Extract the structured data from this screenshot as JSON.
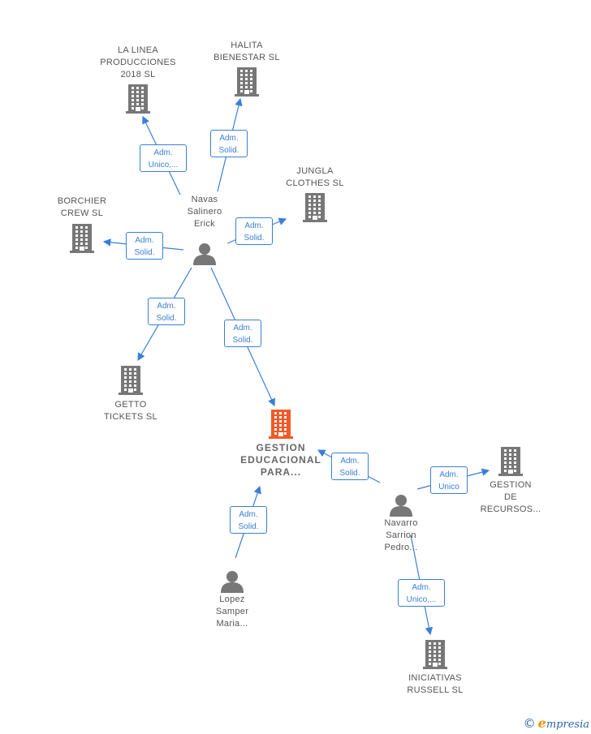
{
  "nodes": {
    "la_linea": {
      "label": "LA LINEA\nPRODUCCIONES\n2018  SL",
      "type": "company"
    },
    "halita": {
      "label": "HALITA\nBIENESTAR  SL",
      "type": "company"
    },
    "jungla": {
      "label": "JUNGLA\nCLOTHES  SL",
      "type": "company"
    },
    "borchier": {
      "label": "BORCHIER\nCREW  SL",
      "type": "company"
    },
    "getto": {
      "label": "GETTO\nTICKETS SL",
      "type": "company"
    },
    "gestion_educacional": {
      "label": "GESTION\nEDUCACIONAL\nPARA...",
      "type": "company-main"
    },
    "gestion_recursos": {
      "label": "GESTION\nDE\nRECURSOS...",
      "type": "company"
    },
    "iniciativas": {
      "label": "INICIATIVAS\nRUSSELL  SL",
      "type": "company"
    },
    "navas": {
      "label": "Navas\nSalinero\nErick",
      "type": "person"
    },
    "navarro": {
      "label": "Navarro\nSarrion\nPedro...",
      "type": "person"
    },
    "lopez": {
      "label": "Lopez\nSamper\nMaria...",
      "type": "person"
    }
  },
  "edges": [
    {
      "from": "navas",
      "to": "la_linea",
      "label": "Adm.\nUnico,..."
    },
    {
      "from": "navas",
      "to": "halita",
      "label": "Adm.\nSolid."
    },
    {
      "from": "navas",
      "to": "jungla",
      "label": "Adm.\nSolid."
    },
    {
      "from": "navas",
      "to": "borchier",
      "label": "Adm.\nSolid."
    },
    {
      "from": "navas",
      "to": "getto",
      "label": "Adm.\nSolid."
    },
    {
      "from": "navas",
      "to": "gestion_educacional",
      "label": "Adm.\nSolid."
    },
    {
      "from": "navarro",
      "to": "gestion_educacional",
      "label": "Adm.\nSolid."
    },
    {
      "from": "navarro",
      "to": "gestion_recursos",
      "label": "Adm.\nUnico"
    },
    {
      "from": "navarro",
      "to": "iniciativas",
      "label": "Adm.\nUnico,..."
    },
    {
      "from": "lopez",
      "to": "gestion_educacional",
      "label": "Adm.\nSolid."
    }
  ],
  "colors": {
    "company": "#777777",
    "company_main": "#f05a28",
    "person": "#777777",
    "edge": "#3a7fd5"
  },
  "footer": {
    "copyright": "©",
    "brand_initial": "e",
    "brand_rest": "mpresia"
  }
}
